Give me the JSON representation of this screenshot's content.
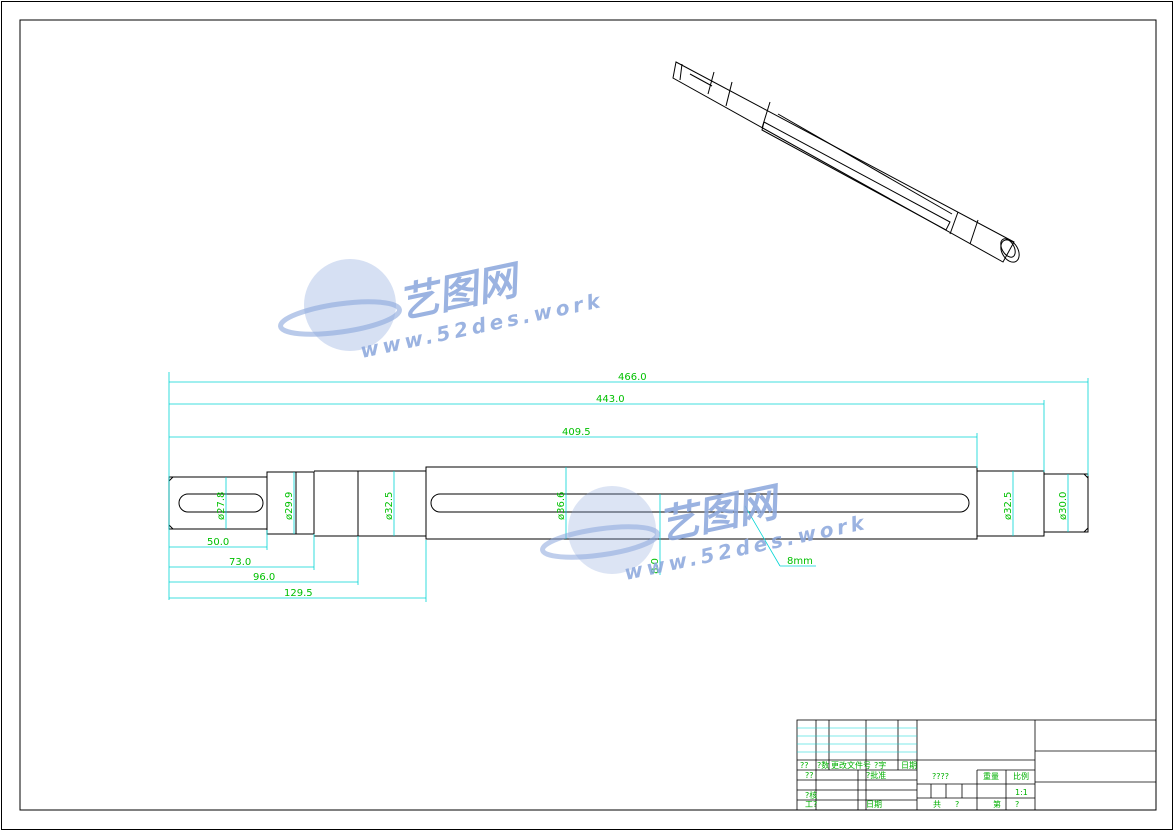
{
  "colors": {
    "outline": "#000000",
    "dimension": "#00d4d4",
    "dimension_text": "#00c000",
    "watermark": "#8aa6dc"
  },
  "dimensions": {
    "overall": "466.0",
    "length_443": "443.0",
    "length_409": "409.5",
    "d1": "ø27.8",
    "d2": "ø29.9",
    "d3": "ø32.5",
    "d4": "ø36.6",
    "d5": "ø32.5",
    "d6": "ø30.0",
    "len_50": "50.0",
    "len_73": "73.0",
    "len_96": "96.0",
    "len_129": "129.5",
    "key_depth": "8.0",
    "key_width": "8mm"
  },
  "watermark": {
    "name": "艺图网",
    "url": "www.52des.work"
  },
  "title_block": {
    "r1": [
      "?? ",
      "?数",
      "更改文件号",
      "?字",
      "日期"
    ],
    "r2": [
      "??",
      "?批准"
    ],
    "r3": "????",
    "r3_weight": "重量",
    "r3_scale": "比例",
    "r4_design": "?核",
    "r4_scale": "1:1",
    "r5_a": "工?",
    "r5_b": "日期",
    "r5_c": "共",
    "r5_d": "?",
    "r5_e": "第",
    "r5_f": "?"
  }
}
